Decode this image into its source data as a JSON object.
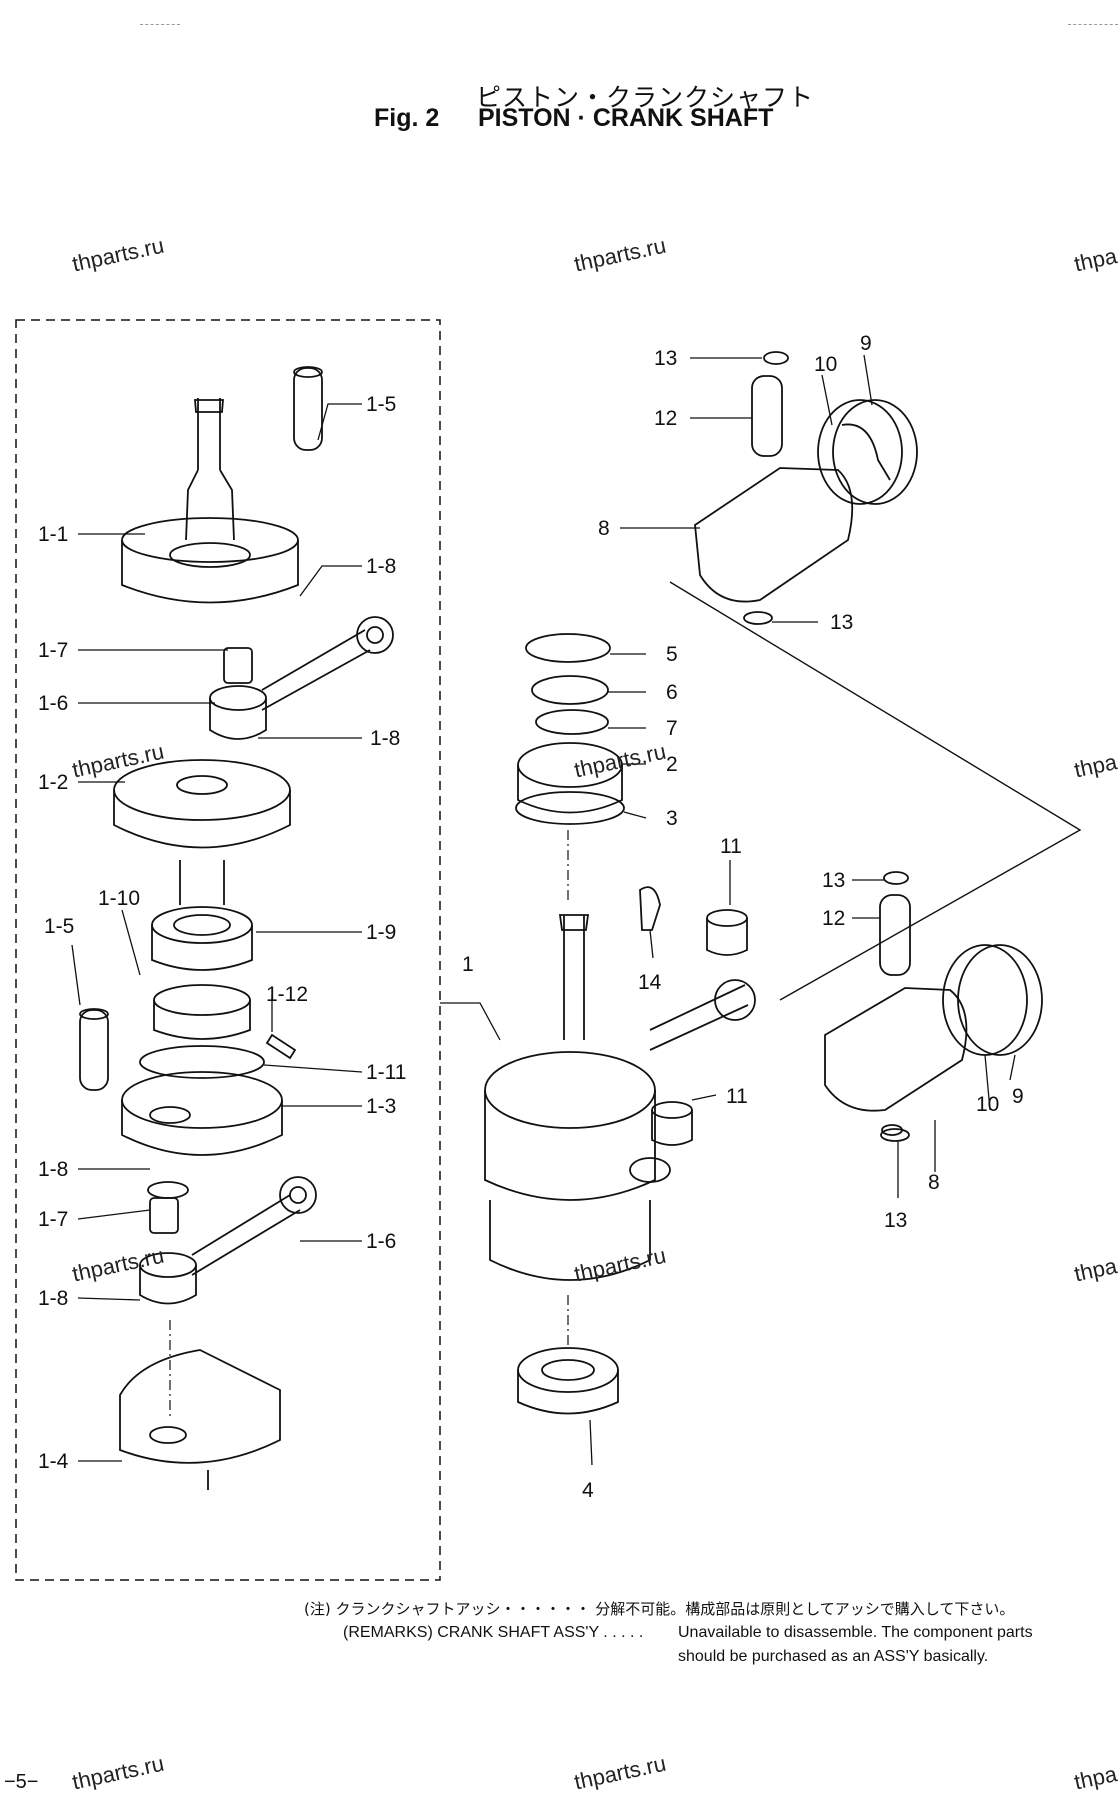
{
  "header": {
    "title_jp": "ピストン・クランクシャフト",
    "fig": "Fig. 2",
    "title_en": "PISTON · CRANK SHAFT"
  },
  "watermarks": [
    "thparts.ru",
    "thparts.ru",
    "thpa",
    "thparts.ru",
    "thparts.ru",
    "thpa",
    "thparts.ru",
    "thparts.ru",
    "thpa",
    "thparts.ru",
    "thparts.ru",
    "thpa"
  ],
  "labels": {
    "l_1_5a": "1-5",
    "l_1_1": "1-1",
    "l_1_8a": "1-8",
    "l_1_7a": "1-7",
    "l_1_6a": "1-6",
    "l_1_8b": "1-8",
    "l_1_2": "1-2",
    "l_1_10": "1-10",
    "l_1_9": "1-9",
    "l_1_5b": "1-5",
    "l_1_12": "1-12",
    "l_1_11": "1-11",
    "l_1_3": "1-3",
    "l_1_8c": "1-8",
    "l_1_7b": "1-7",
    "l_1_6b": "1-6",
    "l_1_8d": "1-8",
    "l_1_4": "1-4",
    "r_13a": "13",
    "r_9a": "9",
    "r_10a": "10",
    "r_12a": "12",
    "r_8a": "8",
    "r_13b": "13",
    "r_5": "5",
    "r_6": "6",
    "r_7": "7",
    "r_2": "2",
    "r_3": "3",
    "r_11a": "11",
    "r_13c": "13",
    "r_12b": "12",
    "r_1": "1",
    "r_14": "14",
    "r_11b": "11",
    "r_10b": "10",
    "r_9b": "9",
    "r_8b": "8",
    "r_13d": "13",
    "r_4": "4"
  },
  "remarks": {
    "line_jp": "(注) クランクシャフトアッシ・・・・・・ 分解不可能。構成部品は原則としてアッシで購入して下さい。",
    "line_en_1": "(REMARKS) CRANK SHAFT ASS'Y . . . . .",
    "line_en_2": "Unavailable to disassemble. The component parts",
    "line_en_3": "should be purchased as an ASS'Y basically."
  },
  "page_number": "−5−"
}
